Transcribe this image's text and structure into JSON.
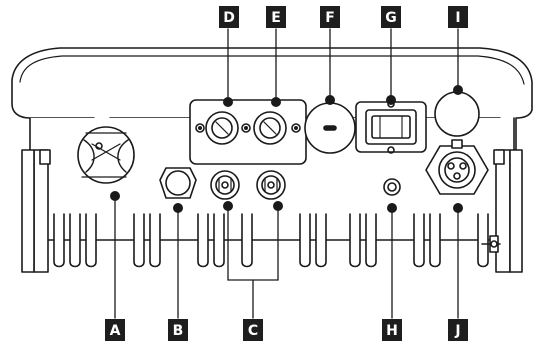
{
  "labels": {
    "A": "A",
    "B": "B",
    "C": "C",
    "D": "D",
    "E": "E",
    "F": "F",
    "G": "G",
    "H": "H",
    "I": "I",
    "J": "J"
  },
  "colors": {
    "outline": "#1a1a1a",
    "body_fill": "#ffffff",
    "label_box": "#1e1e1e",
    "label_text": "#ffffff",
    "fin_fill": "#ffffff"
  },
  "components": [
    {
      "id": "A",
      "icon": "rotary-dc-switch-icon"
    },
    {
      "id": "B",
      "icon": "blanking-plug-icon"
    },
    {
      "id": "C",
      "icon": "pv-input-connector-pair-icon"
    },
    {
      "id": "D",
      "icon": "round-gland-port-icon"
    },
    {
      "id": "E",
      "icon": "round-gland-port-icon"
    },
    {
      "id": "F",
      "icon": "covered-port-icon"
    },
    {
      "id": "G",
      "icon": "rectangular-communication-port-icon"
    },
    {
      "id": "H",
      "icon": "small-ground-point-icon"
    },
    {
      "id": "I",
      "icon": "blank-cover-icon"
    },
    {
      "id": "J",
      "icon": "ac-output-connector-icon"
    }
  ]
}
